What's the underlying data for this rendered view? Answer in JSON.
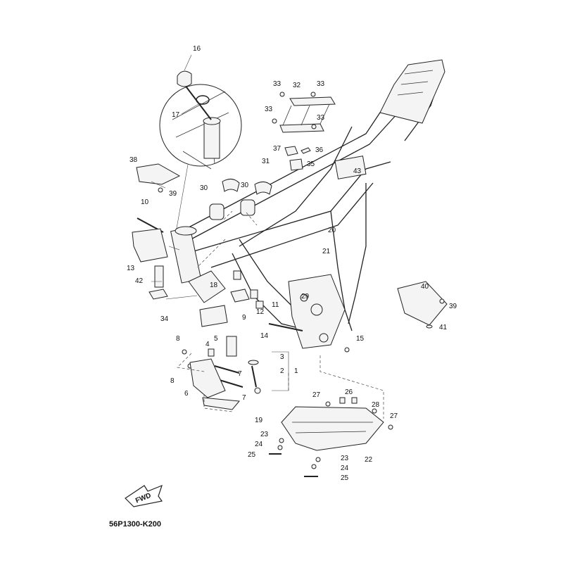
{
  "diagram": {
    "code": "56P1300-K200",
    "fwd_label": "FWD",
    "callouts": [
      {
        "id": "c16",
        "text": "16"
      },
      {
        "id": "c17",
        "text": "17"
      },
      {
        "id": "c38",
        "text": "38"
      },
      {
        "id": "c39a",
        "text": "39"
      },
      {
        "id": "c31",
        "text": "31"
      },
      {
        "id": "c30a",
        "text": "30"
      },
      {
        "id": "c30b",
        "text": "30"
      },
      {
        "id": "c10",
        "text": "10"
      },
      {
        "id": "c13",
        "text": "13"
      },
      {
        "id": "c42",
        "text": "42"
      },
      {
        "id": "c34",
        "text": "34"
      },
      {
        "id": "c33a",
        "text": "33"
      },
      {
        "id": "c32",
        "text": "32"
      },
      {
        "id": "c33b",
        "text": "33"
      },
      {
        "id": "c33c",
        "text": "33"
      },
      {
        "id": "c33d",
        "text": "33"
      },
      {
        "id": "c37",
        "text": "37"
      },
      {
        "id": "c36",
        "text": "36"
      },
      {
        "id": "c35",
        "text": "35"
      },
      {
        "id": "c43",
        "text": "43"
      },
      {
        "id": "c20",
        "text": "20"
      },
      {
        "id": "c21",
        "text": "21"
      },
      {
        "id": "c18",
        "text": "18"
      },
      {
        "id": "c9",
        "text": "9"
      },
      {
        "id": "c12",
        "text": "12"
      },
      {
        "id": "c11",
        "text": "11"
      },
      {
        "id": "c29",
        "text": "29"
      },
      {
        "id": "c14",
        "text": "14"
      },
      {
        "id": "c15",
        "text": "15"
      },
      {
        "id": "c40",
        "text": "40"
      },
      {
        "id": "c39b",
        "text": "39"
      },
      {
        "id": "c41",
        "text": "41"
      },
      {
        "id": "c8a",
        "text": "8"
      },
      {
        "id": "c4",
        "text": "4"
      },
      {
        "id": "c5",
        "text": "5"
      },
      {
        "id": "c3",
        "text": "3"
      },
      {
        "id": "c2",
        "text": "2"
      },
      {
        "id": "c1",
        "text": "1"
      },
      {
        "id": "c8b",
        "text": "8"
      },
      {
        "id": "c7a",
        "text": "7"
      },
      {
        "id": "c6",
        "text": "6"
      },
      {
        "id": "c7b",
        "text": "7"
      },
      {
        "id": "c19",
        "text": "19"
      },
      {
        "id": "c27a",
        "text": "27"
      },
      {
        "id": "c26",
        "text": "26"
      },
      {
        "id": "c28",
        "text": "28"
      },
      {
        "id": "c27b",
        "text": "27"
      },
      {
        "id": "c23a",
        "text": "23"
      },
      {
        "id": "c24a",
        "text": "24"
      },
      {
        "id": "c25a",
        "text": "25"
      },
      {
        "id": "c22",
        "text": "22"
      },
      {
        "id": "c23b",
        "text": "23"
      },
      {
        "id": "c24b",
        "text": "24"
      },
      {
        "id": "c25b",
        "text": "25"
      }
    ]
  }
}
